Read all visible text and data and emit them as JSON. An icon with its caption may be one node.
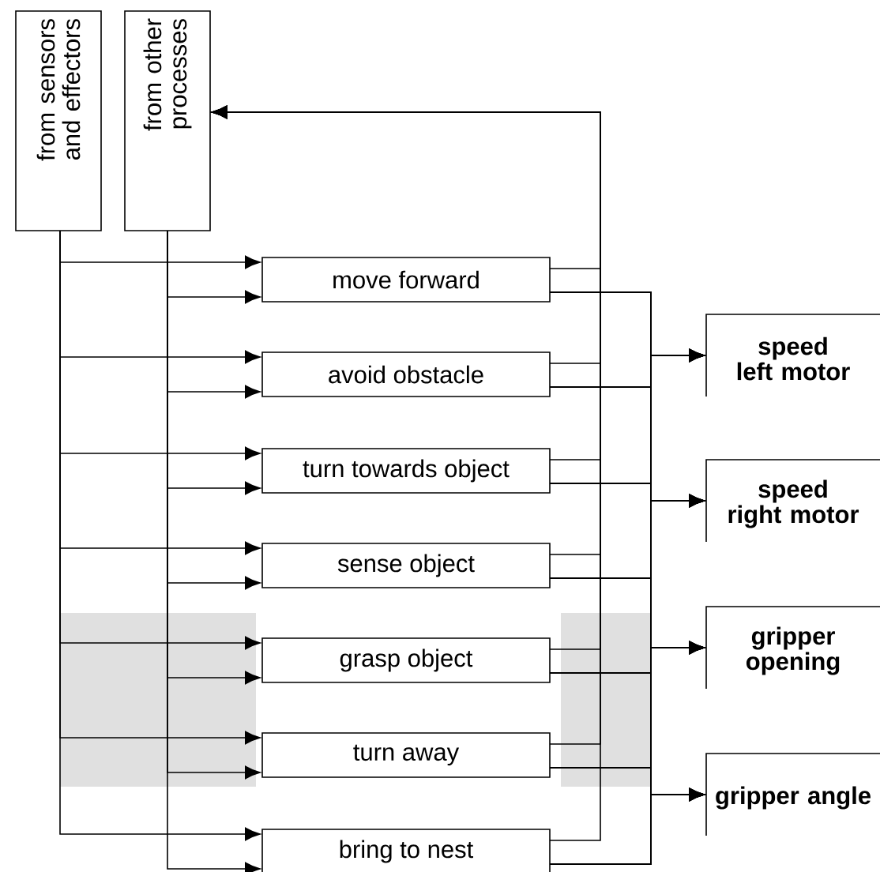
{
  "diagram": {
    "nodes": [
      {
        "text": [
          "from sensors and effectors"
        ]
      },
      {
        "text": [
          "from other processes"
        ]
      },
      {
        "text": [
          "move forward"
        ]
      },
      {
        "text": [
          "avoid obstacle"
        ]
      },
      {
        "text": [
          "turn towards object"
        ]
      },
      {
        "text": [
          "sense object"
        ]
      },
      {
        "text": [
          "grasp object"
        ]
      },
      {
        "text": [
          "turn away"
        ]
      },
      {
        "text": [
          "bring to nest"
        ]
      },
      {
        "text": [
          "speed left motor"
        ]
      },
      {
        "text": [
          "speed right motor"
        ]
      },
      {
        "text": [
          "gripper opening"
        ]
      },
      {
        "text": [
          "gripper angle"
        ]
      }
    ],
    "edges": [
      {
        "from": 0,
        "to": 2,
        "arrow": "to"
      },
      {
        "from": 0,
        "to": 3,
        "arrow": "to"
      },
      {
        "from": 0,
        "to": 4,
        "arrow": "to"
      },
      {
        "from": 0,
        "to": 5,
        "arrow": "to"
      },
      {
        "from": 0,
        "to": 6,
        "arrow": "to"
      },
      {
        "from": 0,
        "to": 7,
        "arrow": "to"
      },
      {
        "from": 0,
        "to": 8,
        "arrow": "to"
      },
      {
        "from": 1,
        "to": 2,
        "arrow": "to"
      },
      {
        "from": 1,
        "to": 3,
        "arrow": "to"
      },
      {
        "from": 1,
        "to": 4,
        "arrow": "to"
      },
      {
        "from": 1,
        "to": 5,
        "arrow": "to"
      },
      {
        "from": 1,
        "to": 6,
        "arrow": "to"
      },
      {
        "from": 1,
        "to": 7,
        "arrow": "to"
      },
      {
        "from": 1,
        "to": 8,
        "arrow": "to"
      },
      {
        "from": 2,
        "to": 1,
        "arrow": "to"
      },
      {
        "from": 3,
        "to": 1,
        "arrow": "to"
      },
      {
        "from": 4,
        "to": 1,
        "arrow": "to"
      },
      {
        "from": 5,
        "to": 1,
        "arrow": "to"
      },
      {
        "from": 6,
        "to": 1,
        "arrow": "to"
      },
      {
        "from": 7,
        "to": 1,
        "arrow": "to"
      },
      {
        "from": 8,
        "to": 1,
        "arrow": "to"
      },
      {
        "from": 2,
        "to": 9,
        "arrow": "to"
      },
      {
        "from": 3,
        "to": 9,
        "arrow": "to"
      },
      {
        "from": 4,
        "to": 9,
        "arrow": "to"
      },
      {
        "from": 5,
        "to": 9,
        "arrow": "to"
      },
      {
        "from": 6,
        "to": 9,
        "arrow": "to"
      },
      {
        "from": 7,
        "to": 9,
        "arrow": "to"
      },
      {
        "from": 8,
        "to": 9,
        "arrow": "to"
      },
      {
        "from": 2,
        "to": 10,
        "arrow": "to"
      },
      {
        "from": 3,
        "to": 10,
        "arrow": "to"
      },
      {
        "from": 4,
        "to": 10,
        "arrow": "to"
      },
      {
        "from": 5,
        "to": 10,
        "arrow": "to"
      },
      {
        "from": 6,
        "to": 10,
        "arrow": "to"
      },
      {
        "from": 7,
        "to": 10,
        "arrow": "to"
      },
      {
        "from": 8,
        "to": 10,
        "arrow": "to"
      },
      {
        "from": 2,
        "to": 11,
        "arrow": "to"
      },
      {
        "from": 3,
        "to": 11,
        "arrow": "to"
      },
      {
        "from": 4,
        "to": 11,
        "arrow": "to"
      },
      {
        "from": 5,
        "to": 11,
        "arrow": "to"
      },
      {
        "from": 6,
        "to": 11,
        "arrow": "to"
      },
      {
        "from": 7,
        "to": 11,
        "arrow": "to"
      },
      {
        "from": 8,
        "to": 11,
        "arrow": "to"
      },
      {
        "from": 2,
        "to": 12,
        "arrow": "to"
      },
      {
        "from": 3,
        "to": 12,
        "arrow": "to"
      },
      {
        "from": 4,
        "to": 12,
        "arrow": "to"
      },
      {
        "from": 5,
        "to": 12,
        "arrow": "to"
      },
      {
        "from": 6,
        "to": 12,
        "arrow": "to"
      },
      {
        "from": 7,
        "to": 12,
        "arrow": "to"
      },
      {
        "from": 8,
        "to": 12,
        "arrow": "to"
      }
    ]
  }
}
